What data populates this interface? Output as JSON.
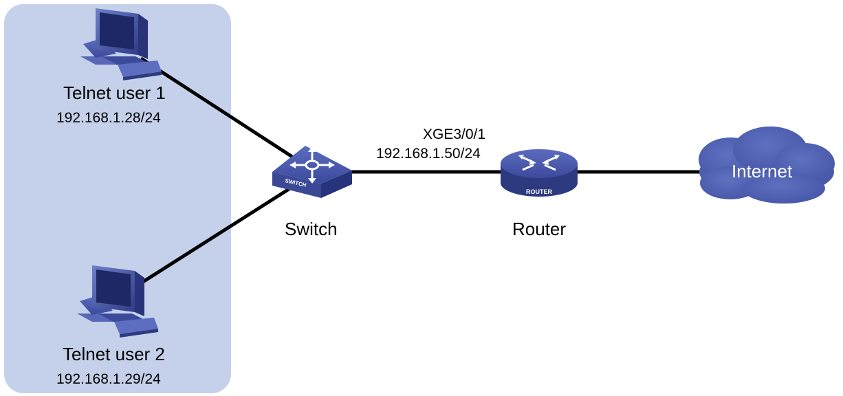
{
  "nodes": {
    "user1": {
      "label": "Telnet user 1",
      "ip": "192.168.1.28/24"
    },
    "user2": {
      "label": "Telnet user 2",
      "ip": "192.168.1.29/24"
    },
    "switch": {
      "label": "Switch",
      "badge": "SWITCH"
    },
    "router": {
      "label": "Router",
      "badge": "ROUTER",
      "interface": "XGE3/0/1",
      "ip": "192.168.1.50/24"
    },
    "cloud": {
      "label": "Internet"
    }
  },
  "colors": {
    "group_bg": "#c5d1ea",
    "device_blue": "#4a5aa8",
    "device_dark": "#2e3a80",
    "link": "#000000"
  }
}
